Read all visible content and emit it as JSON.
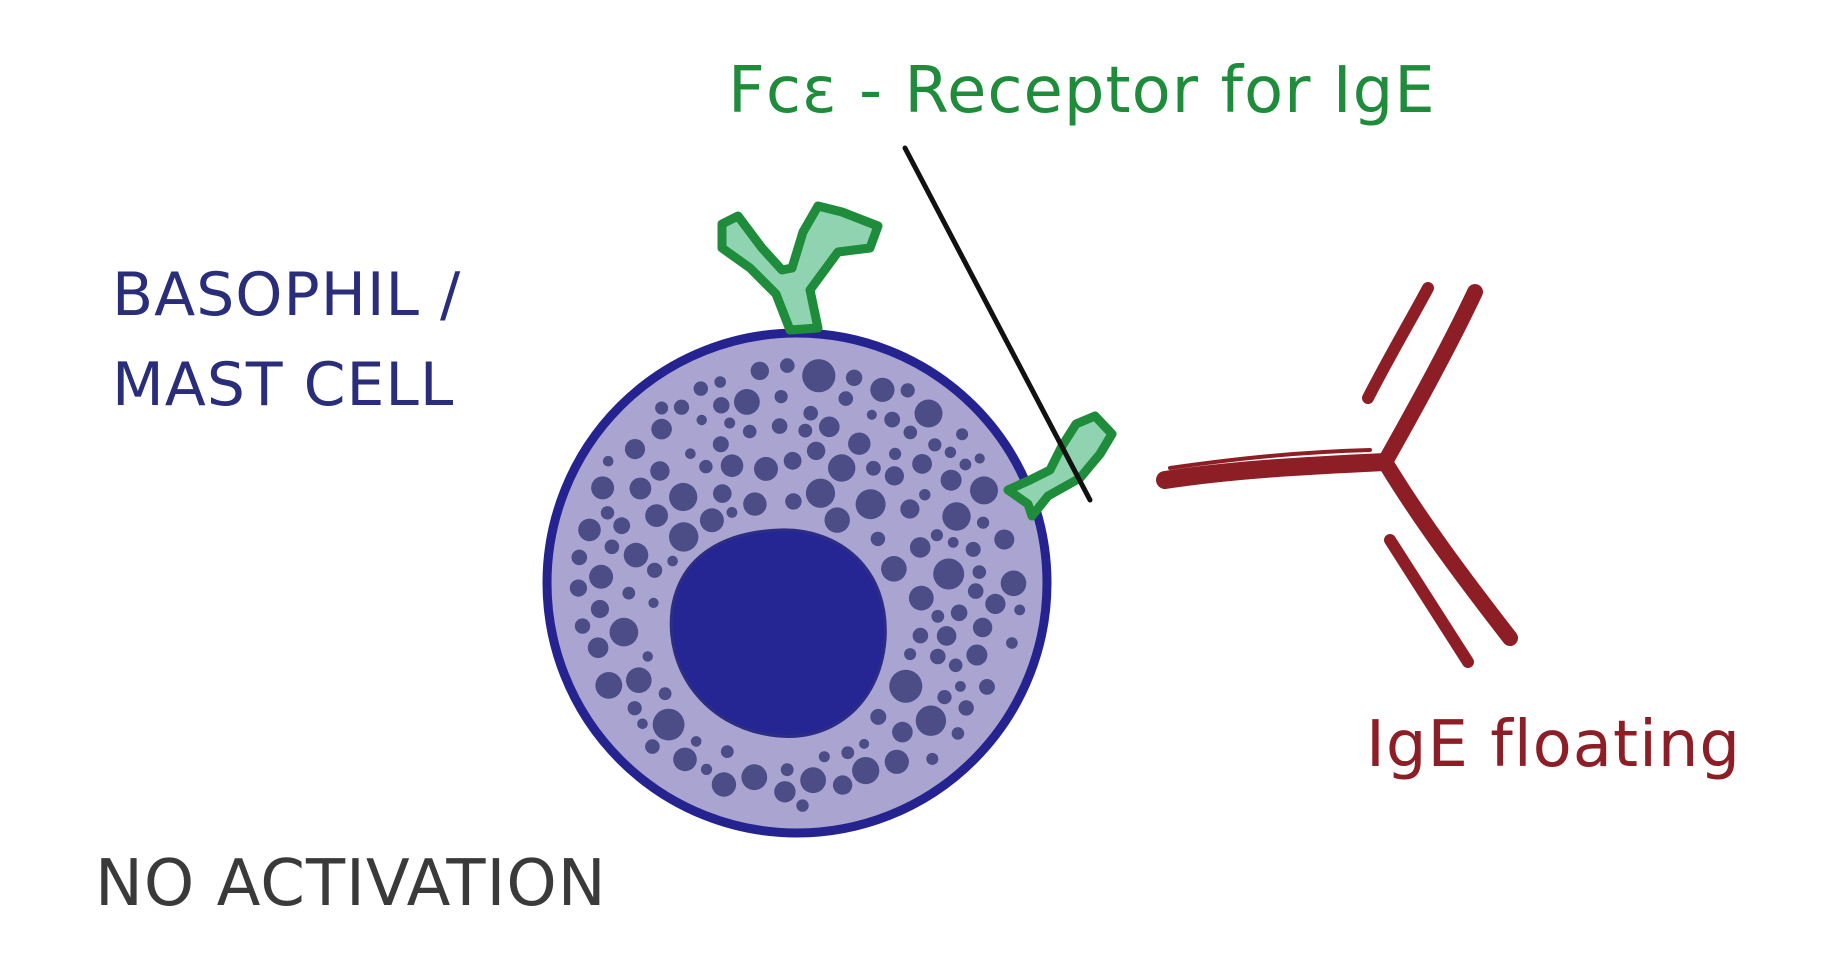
{
  "labels": {
    "receptor": "Fcε - Receptor for IgE",
    "cell_line1": "BASOPHIL /",
    "cell_line2": "MAST CELL",
    "ige": "IgE floating",
    "status": "NO ACTIVATION"
  },
  "colors": {
    "background": "#ffffff",
    "cell_fill": "#a9a5d0",
    "cell_outline": "#25238f",
    "nucleus": "#252594",
    "granule": "#4c4c86",
    "receptor_fill": "#8fd3b0",
    "receptor_outline": "#1e8c3a",
    "receptor_text": "#1e8c3a",
    "cell_text": "#2a2d7a",
    "ige": "#8e1e26",
    "ige_text": "#8e1e26",
    "status_text": "#3a3a3a",
    "pointer_line": "#111111"
  }
}
